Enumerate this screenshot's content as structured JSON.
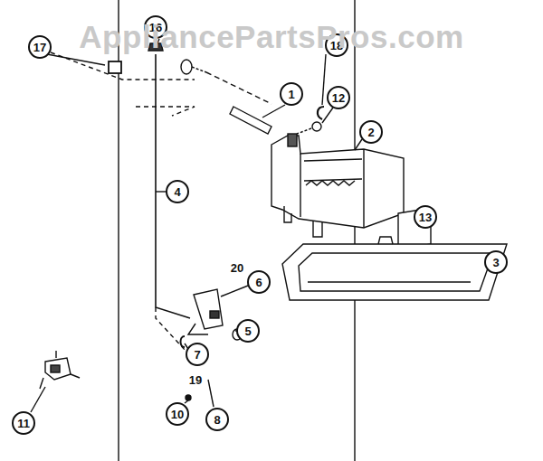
{
  "diagram": {
    "nodes": [
      {
        "text": [
          "16"
        ]
      },
      {
        "text": [
          "17"
        ]
      },
      {
        "text": [
          "18"
        ]
      },
      {
        "text": [
          "1"
        ]
      },
      {
        "text": [
          "12"
        ]
      },
      {
        "text": [
          "2"
        ]
      },
      {
        "text": [
          "4"
        ]
      },
      {
        "text": [
          "13"
        ]
      },
      {
        "text": [
          "6"
        ]
      },
      {
        "text": [
          "3"
        ]
      },
      {
        "text": [
          "5"
        ]
      },
      {
        "text": [
          "7"
        ]
      },
      {
        "text": [
          "10"
        ]
      },
      {
        "text": [
          "8"
        ]
      },
      {
        "text": [
          "11"
        ]
      }
    ],
    "labels": [
      "AppliancePartsPros.com",
      "20",
      "19"
    ]
  }
}
